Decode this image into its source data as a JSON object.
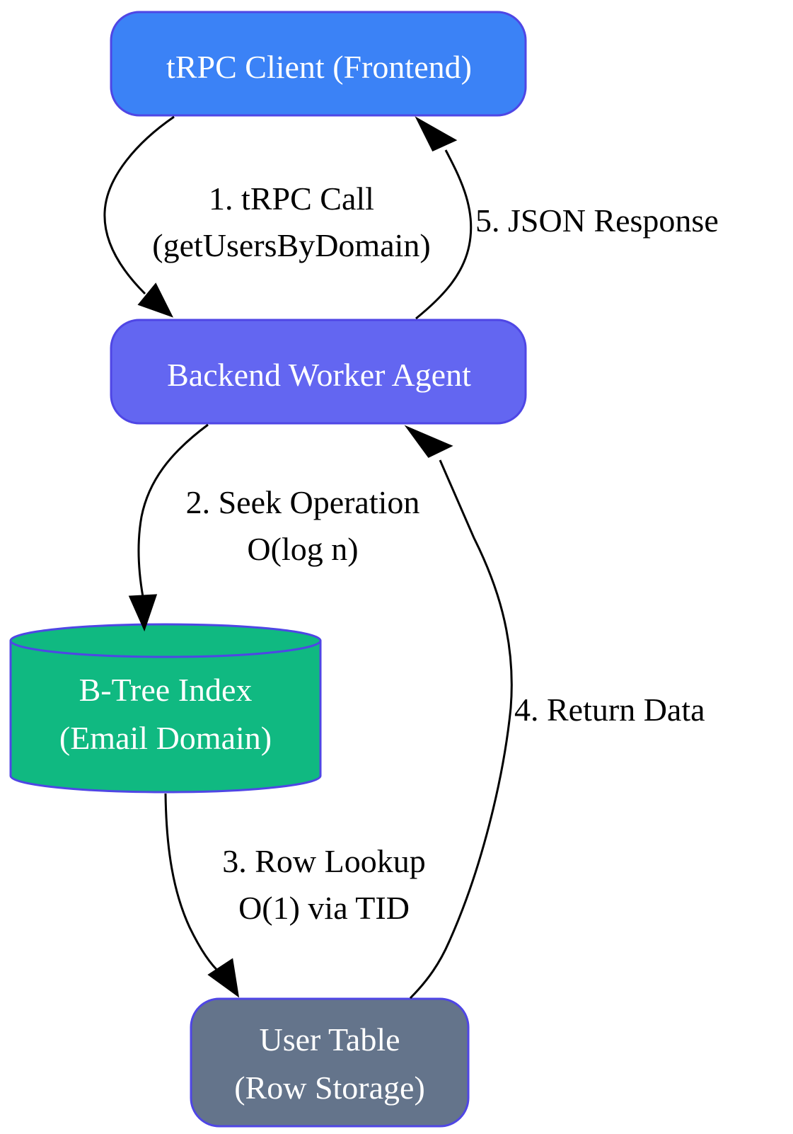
{
  "colors": {
    "frontend": "#3b82f6",
    "backend": "#6366f1",
    "index": "#10b981",
    "table": "#64748b",
    "node_border": "#4f46e5",
    "node_text": "#ffffff",
    "edge": "#000000"
  },
  "nodes": {
    "client": {
      "line1": "tRPC Client (Frontend)"
    },
    "backend": {
      "line1": "Backend Worker Agent"
    },
    "index": {
      "line1": "B-Tree Index",
      "line2": "(Email Domain)"
    },
    "table": {
      "line1": "User Table",
      "line2": "(Row Storage)"
    }
  },
  "edges": {
    "e1": {
      "line1": "1. tRPC Call",
      "line2": "(getUsersByDomain)"
    },
    "e2": {
      "line1": "2. Seek Operation",
      "line2": "O(log n)"
    },
    "e3": {
      "line1": "3. Row Lookup",
      "line2": "O(1) via TID"
    },
    "e4": {
      "line1": "4. Return Data"
    },
    "e5": {
      "line1": "5. JSON Response"
    }
  }
}
